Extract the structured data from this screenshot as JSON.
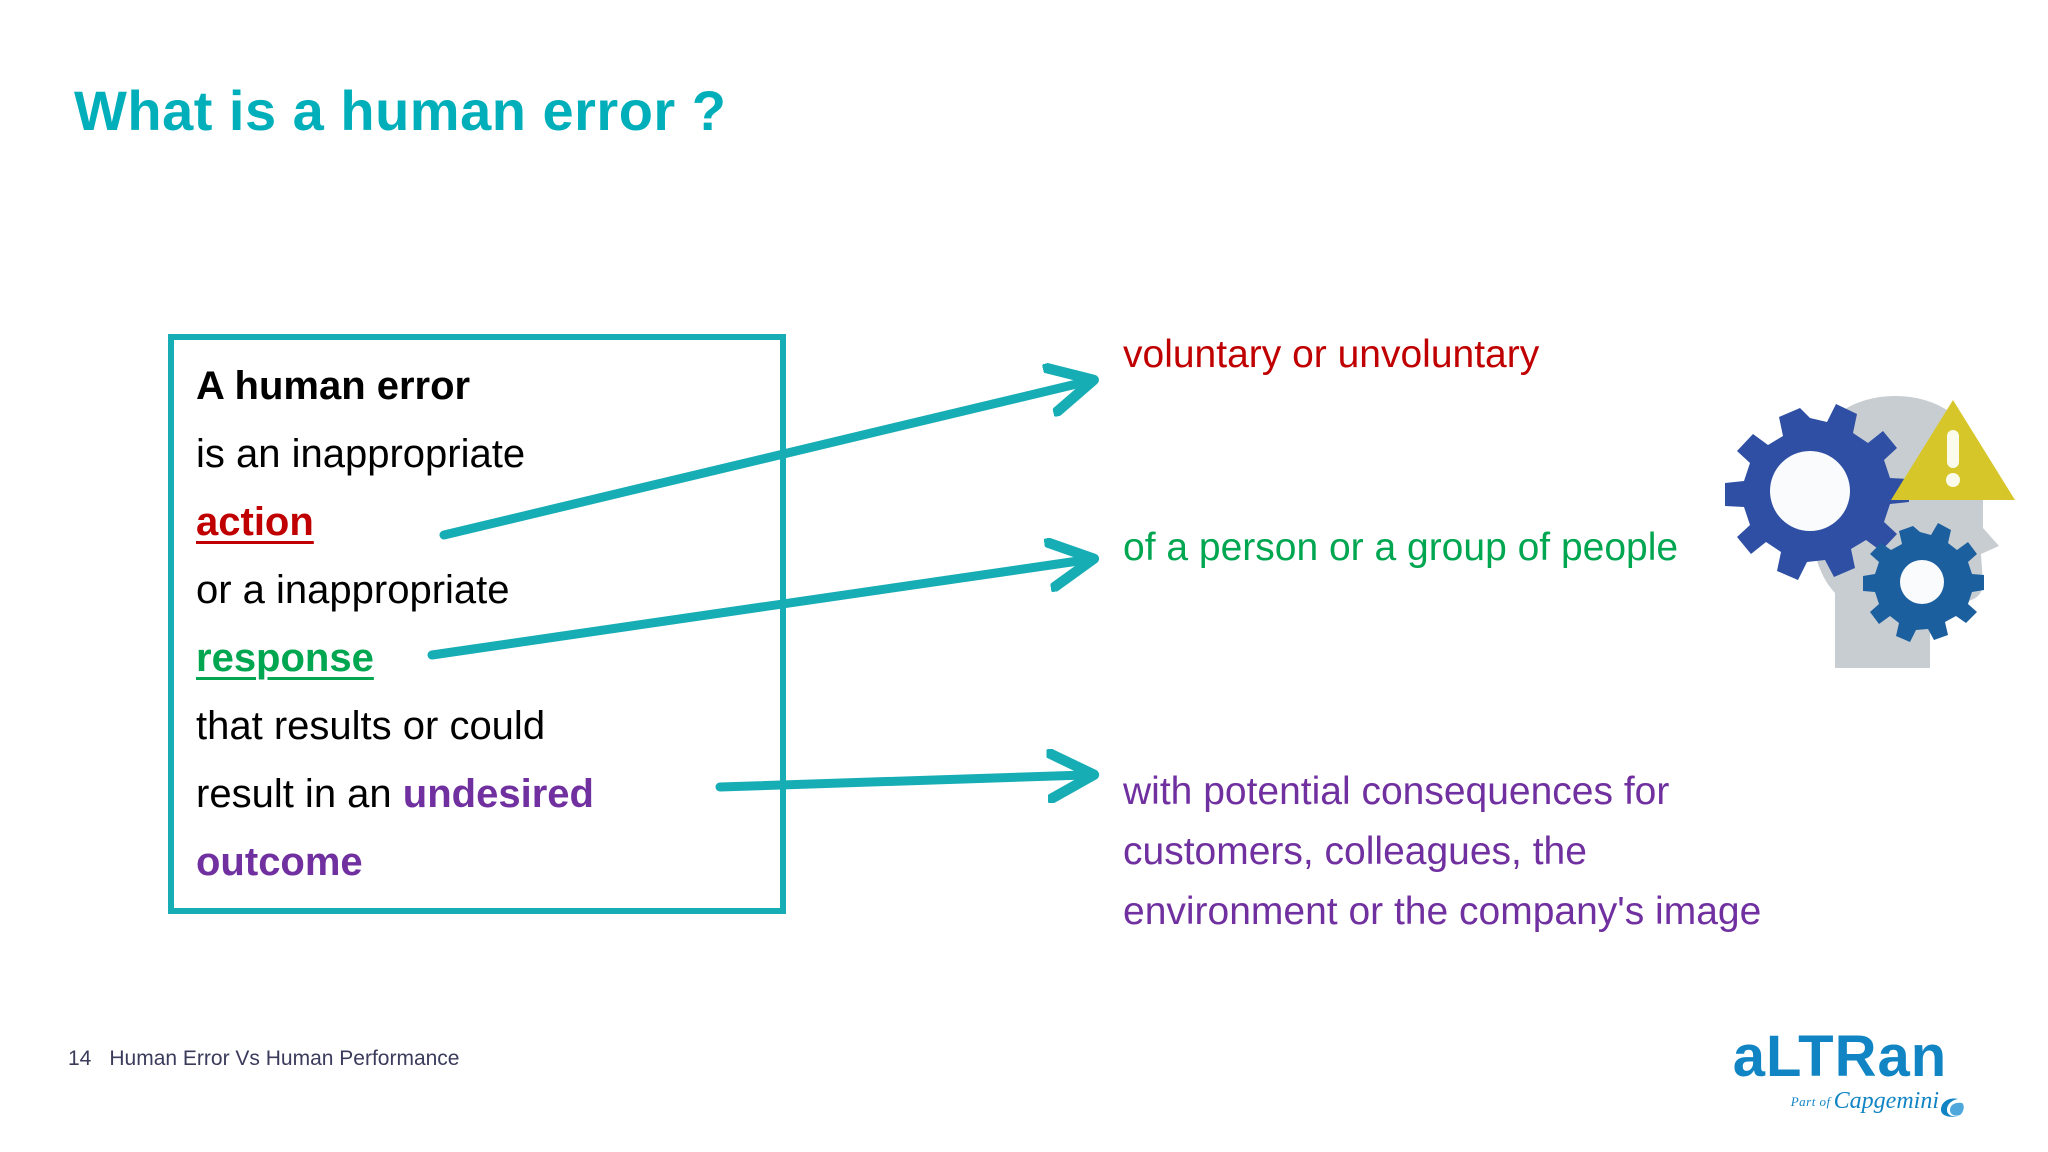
{
  "slide": {
    "title": "What is a human error ?",
    "background_color": "#ffffff",
    "accent_color": "#00AFB9"
  },
  "definition_box": {
    "border_color": "#17ADB5",
    "lines": [
      {
        "text": "A human error",
        "style": "bold",
        "color": "#000000"
      },
      {
        "text": "is an inappropriate",
        "style": "regular",
        "color": "#000000"
      },
      {
        "text": "action",
        "style": "bold-underline",
        "color": "#C00000"
      },
      {
        "text": "or a inappropriate",
        "style": "regular",
        "color": "#000000"
      },
      {
        "text": "response",
        "style": "bold-underline",
        "color": "#00A650"
      },
      {
        "text": "that results or could",
        "style": "regular",
        "color": "#000000"
      },
      {
        "text": "result in an ",
        "style": "regular",
        "color": "#000000"
      },
      {
        "text": "undesired",
        "style": "bold",
        "color": "#7030A0"
      },
      {
        "text": "outcome",
        "style": "bold",
        "color": "#7030A0"
      }
    ],
    "line1": "A human error",
    "line2": "is an inappropriate",
    "line3": "action",
    "line4": "or a inappropriate",
    "line5": "response",
    "line6": "that results or could",
    "line7_prefix": "result in an ",
    "line7_keyword": "undesired",
    "line8": "outcome"
  },
  "callouts": [
    {
      "id": "voluntary",
      "text": "voluntary or unvoluntary",
      "color": "#C00000",
      "points_from": "action"
    },
    {
      "id": "person",
      "text": "of a person or a group of people",
      "color": "#00A650",
      "points_from": "response"
    },
    {
      "id": "consequences",
      "text": "with potential consequences for customers, colleagues, the environment or the company's image",
      "color": "#7030A0",
      "points_from": "undesired outcome"
    }
  ],
  "arrows": {
    "color": "#17ADB5",
    "count": 3
  },
  "graphic": {
    "name": "head-with-gears-and-warning",
    "head_color": "#C8CDD2",
    "big_gear_color": "#2E4FA3",
    "small_gear_color": "#1C5F9E",
    "warning_color": "#D6C62A"
  },
  "footer": {
    "page_number": "14",
    "title": "Human Error Vs Human Performance",
    "color": "#3B3B5C"
  },
  "logo": {
    "word": "aLTRan",
    "tagline_prefix": "Part of",
    "tagline_brand": "Capgemini",
    "color": "#1184C4"
  }
}
